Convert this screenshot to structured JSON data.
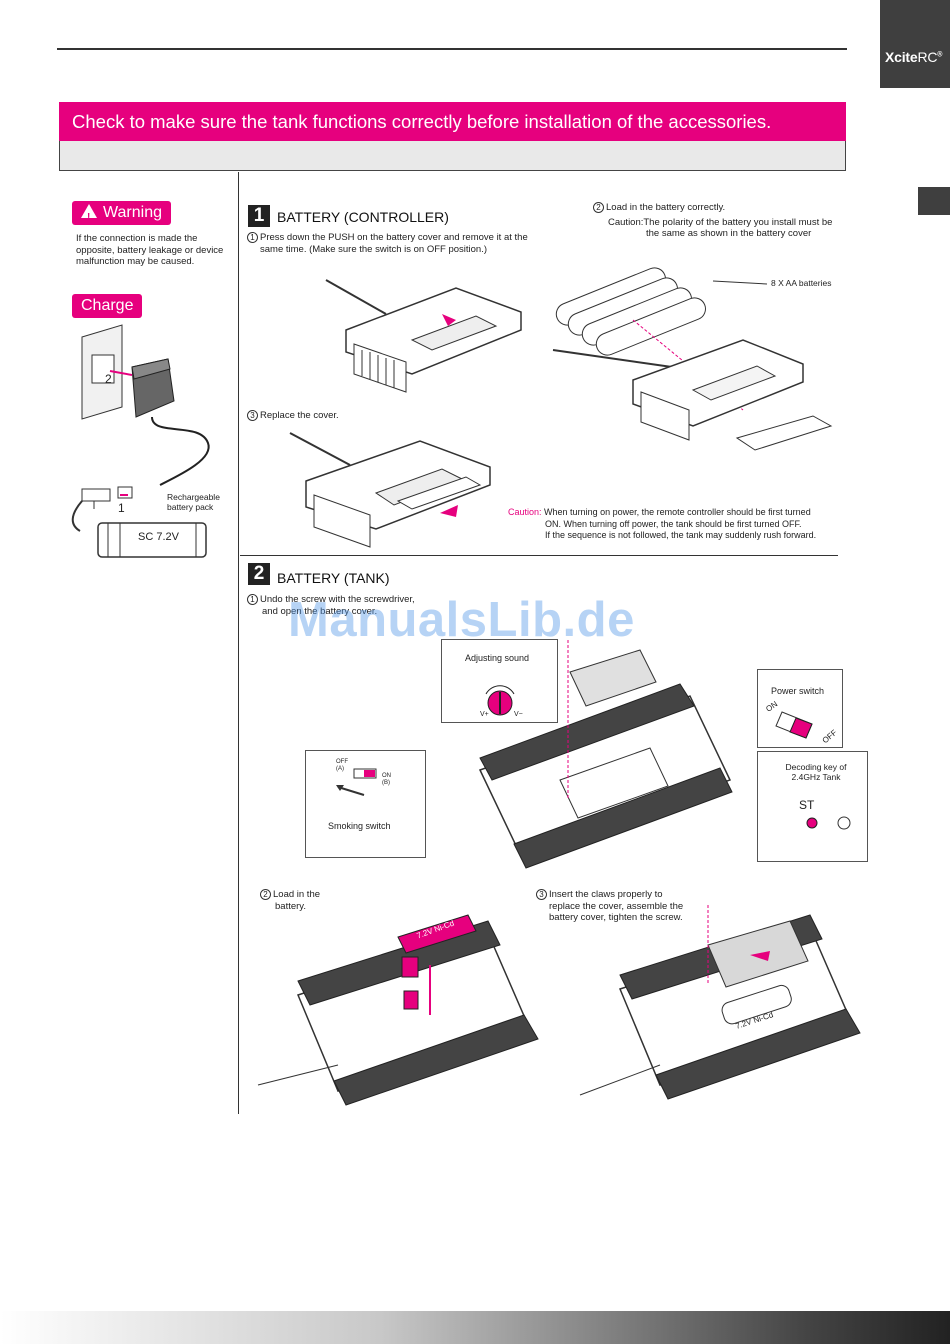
{
  "brand": {
    "name": "Xcite",
    "suffix": "RC",
    "mark": "®"
  },
  "banner": {
    "text": "Check to make sure the tank functions correctly before installation of the accessories."
  },
  "sidebar": {
    "warning_label": "Warning",
    "warning_text_1": "If the connection is made the",
    "warning_text_2": "opposite, battery leakage or device",
    "warning_text_3": "malfunction may be caused.",
    "charge_label": "Charge",
    "wall_num": "2",
    "plug_num": "1",
    "pack_label_1": "Rechargeable",
    "pack_label_2": "battery pack",
    "pack_text": "SC 7.2V"
  },
  "section1": {
    "number": "1",
    "title": "BATTERY (CONTROLLER)",
    "step1_num": "1",
    "step1_line1": "Press down the PUSH on the battery cover and remove it at the",
    "step1_line2": "same time.  (Make sure the switch is on OFF position.)",
    "step2_num": "2",
    "step2_line1": "Load in the battery correctly.",
    "step2_caution_1": "Caution:The polarity of the battery you install must be",
    "step2_caution_2": "the same as shown in the battery cover",
    "batteries_label": "8 X AA batteries",
    "step3_num": "3",
    "step3_text": "Replace the cover.",
    "caution_label": "Caution:",
    "caution_1": "When turning on power, the remote controller should be first turned",
    "caution_2": "ON. When turning off power, the tank should be first turned OFF.",
    "caution_3": "If the sequence is not followed, the tank may suddenly rush forward."
  },
  "section2": {
    "number": "2",
    "title": "BATTERY (TANK)",
    "step1_num": "1",
    "step1_line1": "Undo the screw with the screwdriver,",
    "step1_line2": "and open the battery cover.",
    "adjusting_sound": "Adjusting sound",
    "vplus": "V+",
    "vminus": "V−",
    "power_switch": "Power switch",
    "on": "ON",
    "off": "OFF",
    "decoding_1": "Decoding key of",
    "decoding_2": "2.4GHz Tank",
    "st": "ST",
    "smoke_off": "OFF",
    "smoke_a": "(A)",
    "smoke_on": "ON",
    "smoke_b": "(B)",
    "smoking_switch": "Smoking switch",
    "step2_num": "2",
    "step2_line1": "Load in the",
    "step2_line2": "battery.",
    "step3_num": "3",
    "step3_line1": "Insert the claws properly to",
    "step3_line2": "replace the cover, assemble the",
    "step3_line3": "battery cover, tighten the screw.",
    "battery_text": "7.2V Ni-Cd",
    "battery_text_2": "7.2V Ni-Cd"
  },
  "watermark": "ManualsLib.de",
  "colors": {
    "accent": "#e6007e",
    "dark": "#3f3f3f",
    "subbar": "#e9e9e9"
  }
}
